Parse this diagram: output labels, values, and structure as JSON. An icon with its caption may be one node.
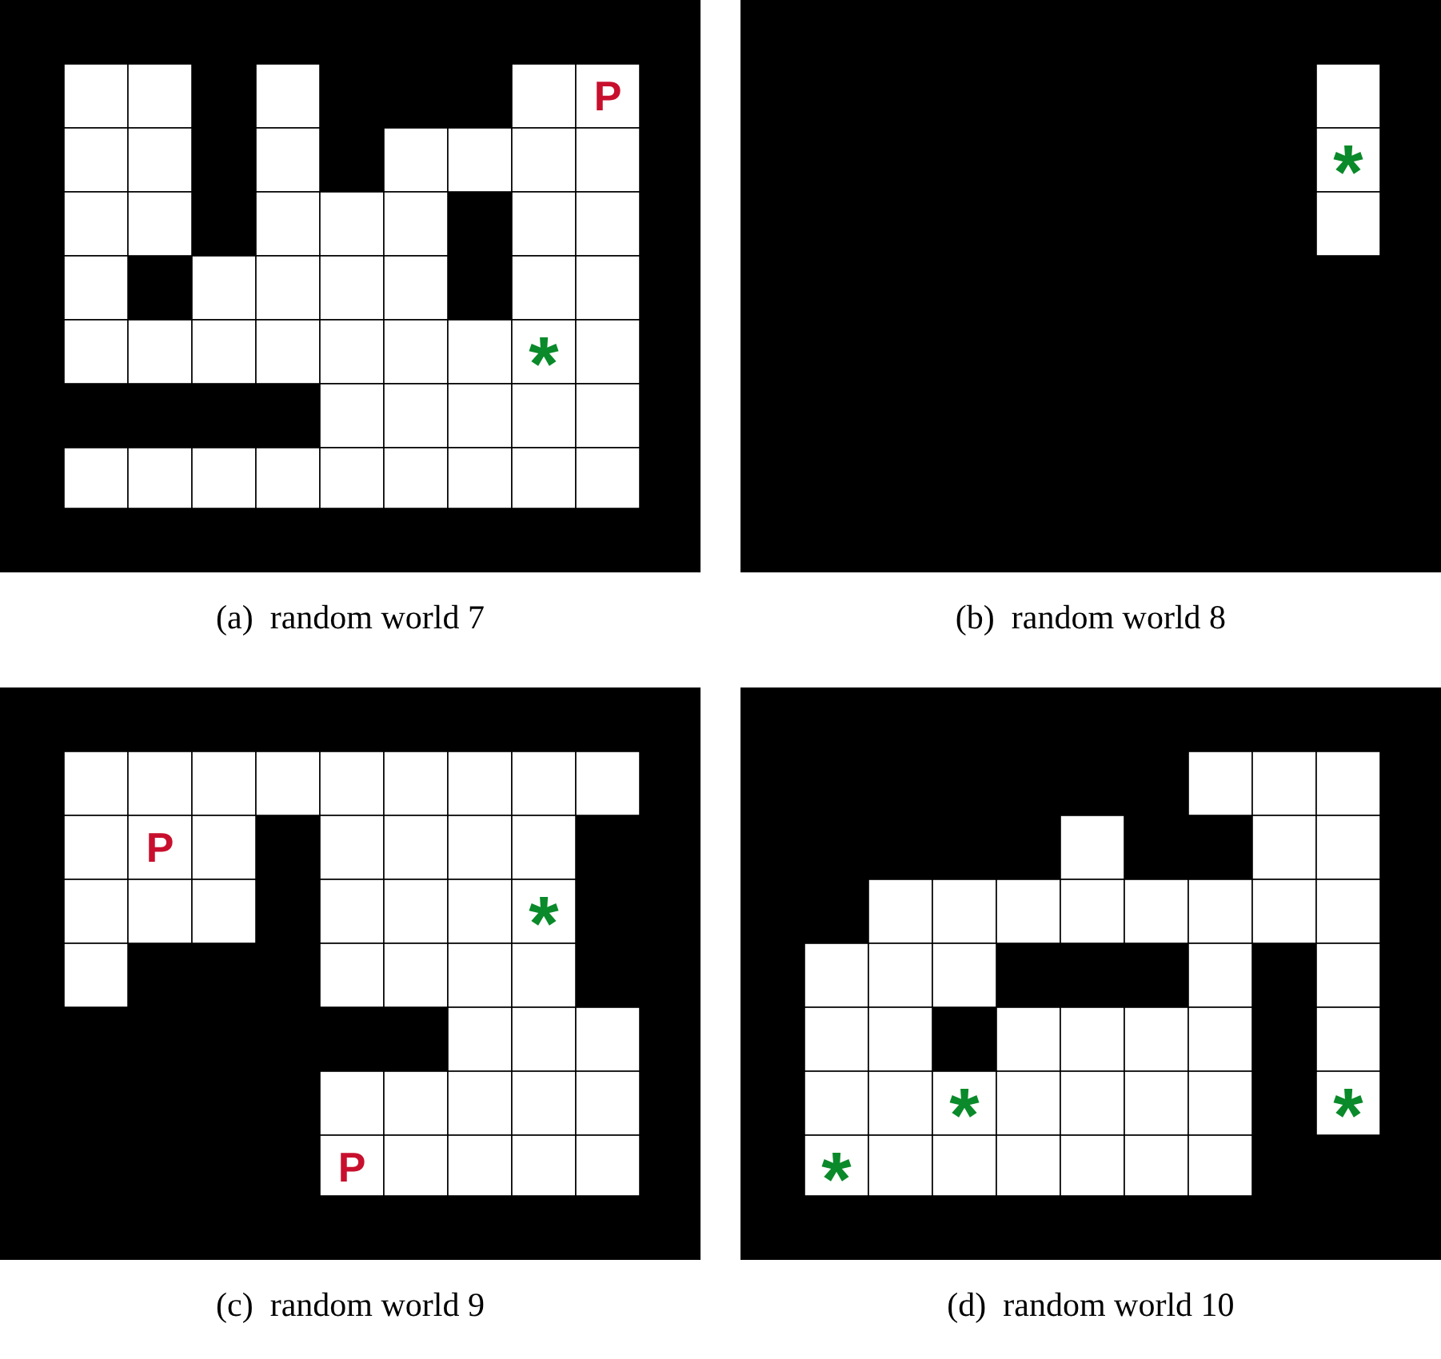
{
  "diagram": {
    "labels": [
      "P",
      "*",
      "*",
      "(a)  random world 7",
      "(b)  random world 8",
      "P",
      "*",
      "P",
      "*",
      "*",
      "*",
      "(c)  random world 9",
      "(d)  random world 10"
    ]
  }
}
